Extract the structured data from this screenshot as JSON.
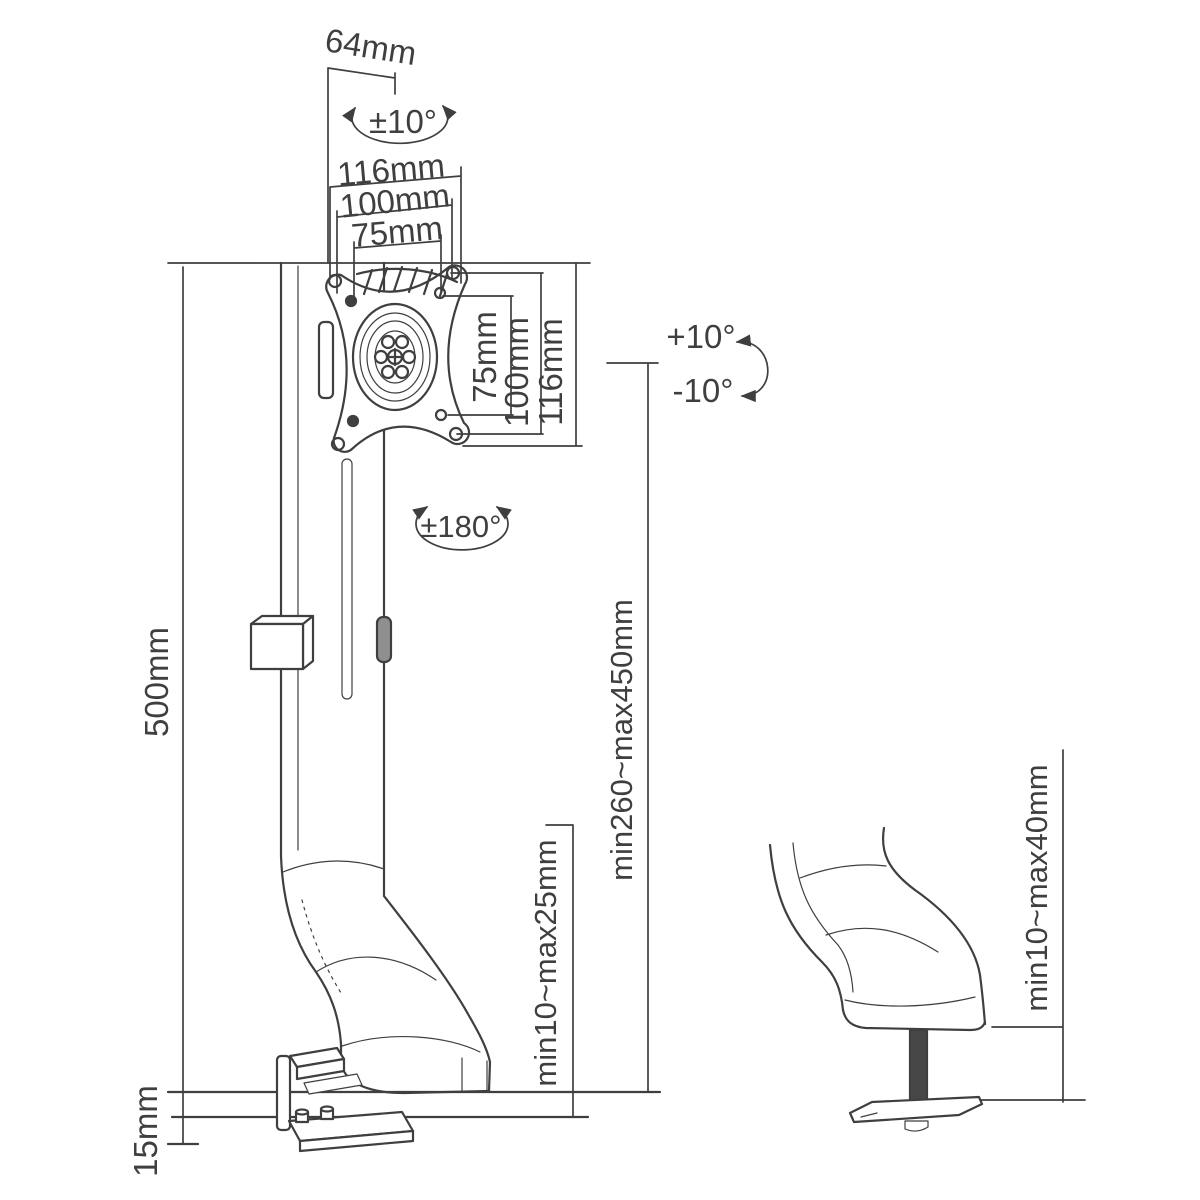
{
  "drawing": {
    "title": "Monitor desk mount dimension drawing",
    "background": "#ffffff",
    "line_color": "#3f3f3f",
    "dark_fill": "#474747",
    "handle_fill": "#8f8f8f"
  },
  "dimensions": {
    "arm_offset": "64mm",
    "swivel_range": "±10°",
    "plate_width_outer": "116mm",
    "plate_width_vesa100": "100mm",
    "plate_width_vesa75": "75mm",
    "plate_height_vesa75": "75mm",
    "plate_height_vesa100": "100mm",
    "plate_height_outer": "116mm",
    "tilt_up": "+10°",
    "tilt_down": "-10°",
    "rotation_range": "±180°",
    "column_height": "500mm",
    "height_adjust_range": "min260~max450mm",
    "desk_thickness_clamp_range": "min10~max25mm",
    "clamp_base_height": "15mm",
    "grommet_thickness_range": "min10~max40mm"
  }
}
